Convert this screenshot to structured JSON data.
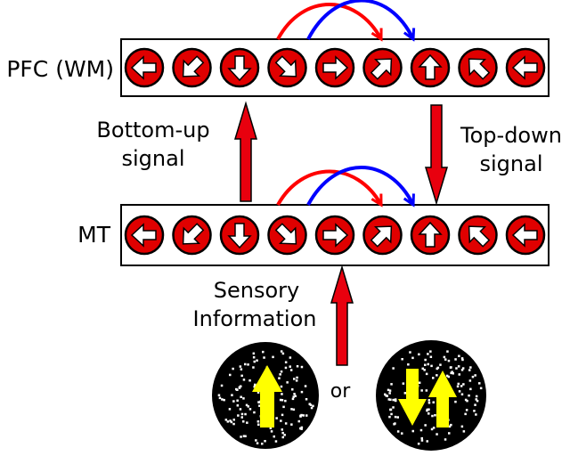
{
  "labels": {
    "pfc": "PFC (WM)",
    "mt": "MT",
    "bottom_up": [
      "Bottom-up",
      "signal"
    ],
    "top_down": [
      "Top-down",
      "signal"
    ],
    "sensory": [
      "Sensory",
      "Information"
    ],
    "or": "or"
  },
  "direction_sequence": [
    "left",
    "down-left",
    "down",
    "down-right",
    "right",
    "up-right",
    "up",
    "up-left",
    "left"
  ],
  "colors": {
    "neuron_fill": "#e00000",
    "signal_arrow": "#e8000e",
    "curve_red": "#ff0000",
    "curve_blue": "#0000ff",
    "motion_arrow": "#ffff00",
    "stimulus_bg": "#000000"
  },
  "stimuli": [
    {
      "name": "coherent-upward-motion",
      "arrows": [
        "up"
      ]
    },
    {
      "name": "transparent-opposing-motion",
      "arrows": [
        "down",
        "up"
      ]
    }
  ]
}
